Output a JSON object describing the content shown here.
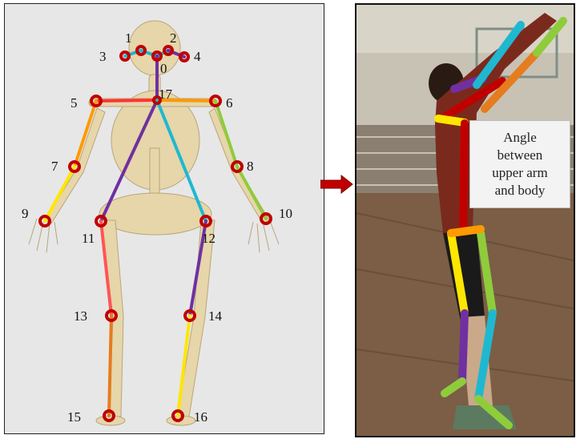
{
  "keypoint_labels": [
    "0",
    "1",
    "2",
    "3",
    "4",
    "5",
    "6",
    "7",
    "8",
    "9",
    "10",
    "11",
    "12",
    "13",
    "14",
    "15",
    "16",
    "17"
  ],
  "angle_note": {
    "lines": [
      "Angle",
      "between",
      "upper arm",
      "and body"
    ]
  },
  "colors": {
    "keypoint": "#c00000",
    "arrow": "#c00000",
    "limb_orange": "#ff9a00",
    "limb_yellow": "#ffe600",
    "limb_green": "#8fcc3c",
    "limb_purple": "#7030a0",
    "limb_cyan": "#1fb8d0",
    "limb_red": "#ff5555",
    "limb_dark_orange": "#e57c1e",
    "bone": "#e8d9b0"
  },
  "icons": [
    "right-arrow-icon"
  ]
}
